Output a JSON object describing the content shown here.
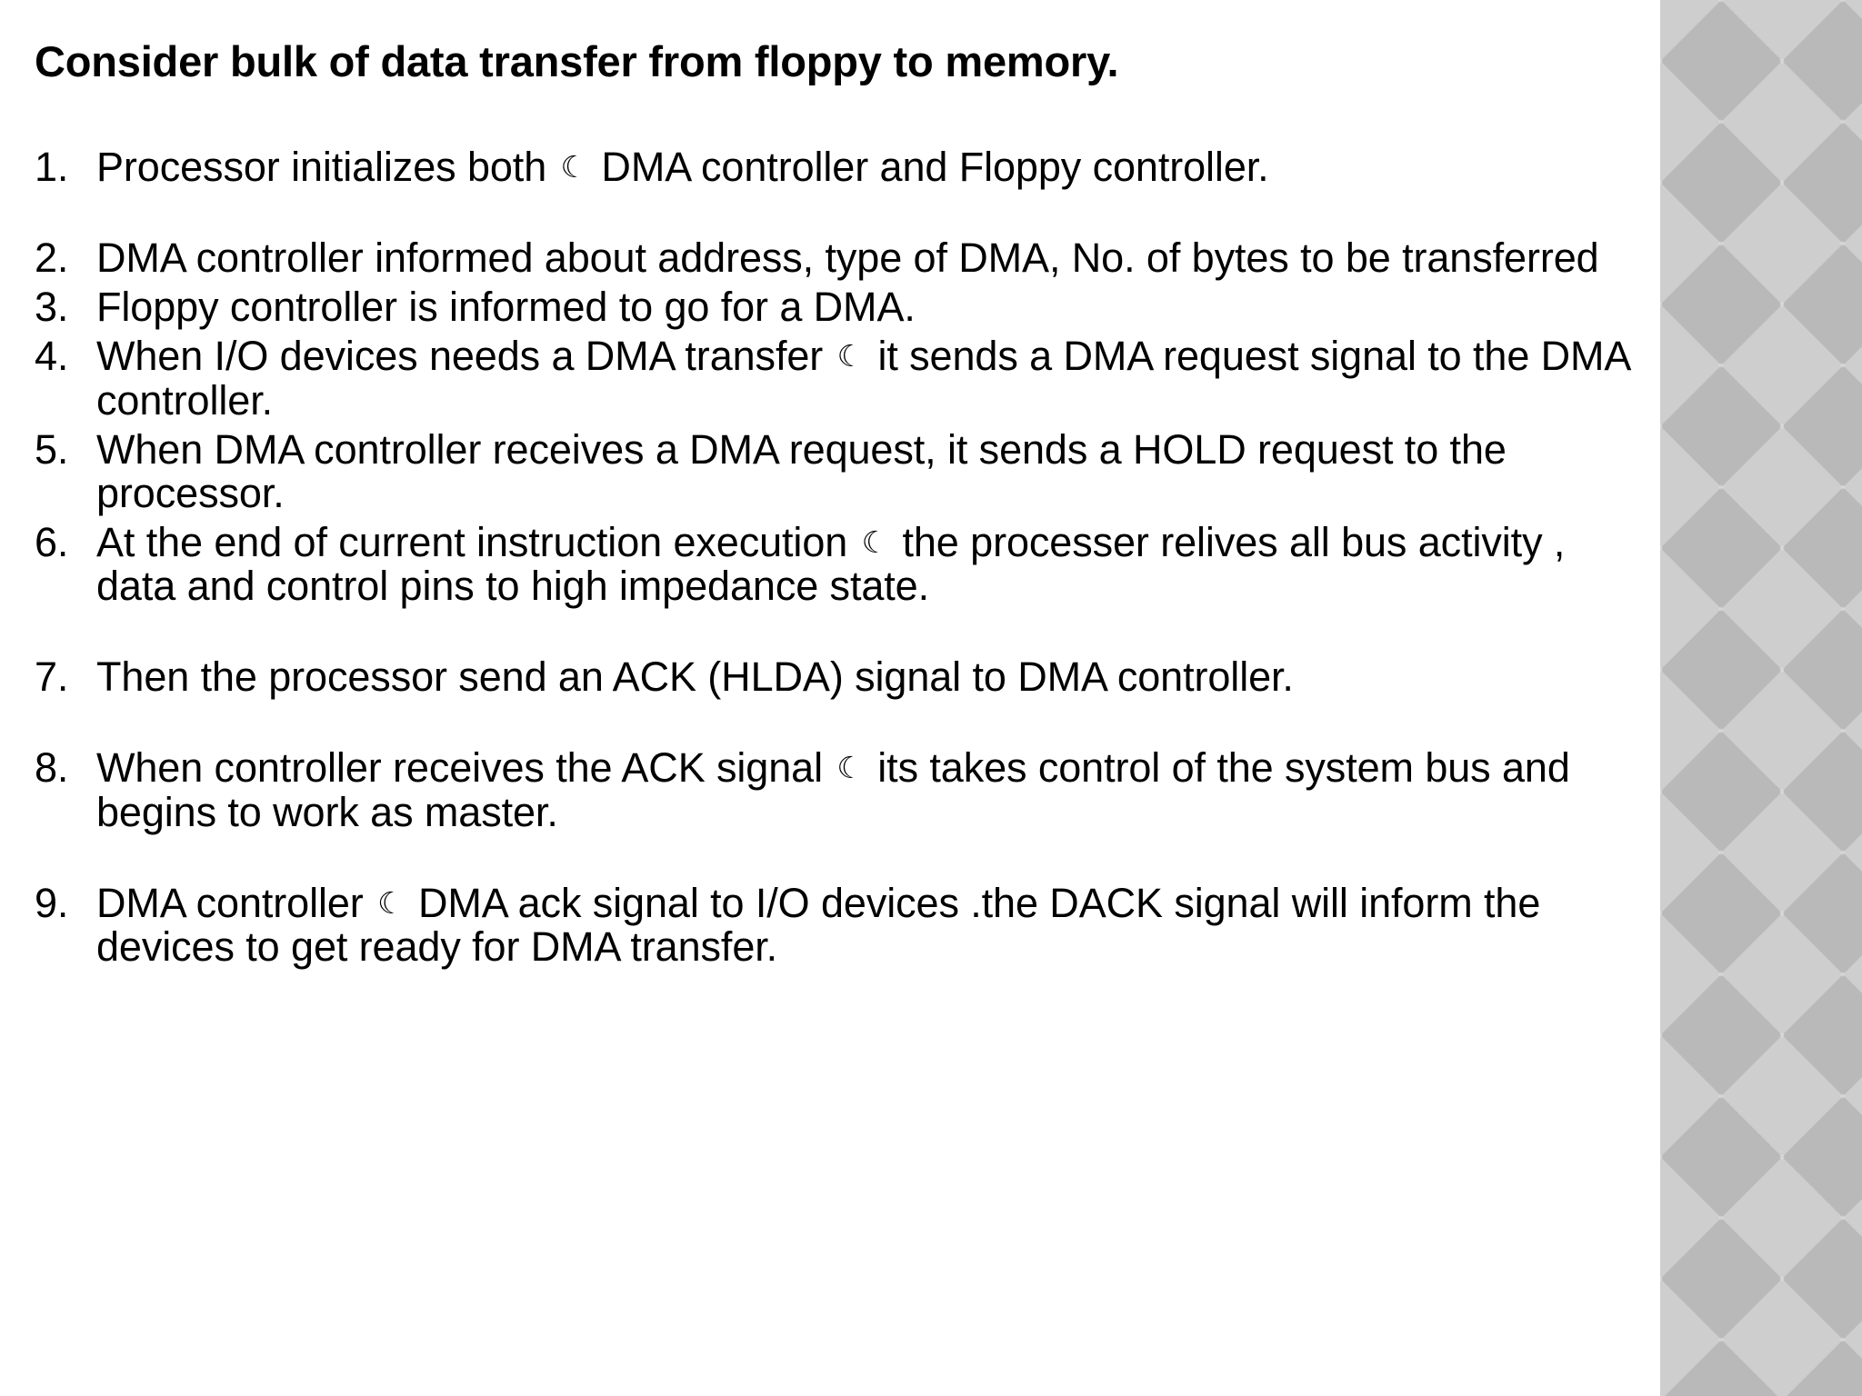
{
  "slide": {
    "title": "Consider bulk of data transfer from floppy to memory.",
    "background_color": "#ffffff",
    "text_color": "#000000",
    "decoration": {
      "name": "argyle-diamond-pattern",
      "base_color": "#c0c0c0",
      "light_color": "#c9c9c9",
      "dark_color": "#b8b8b8"
    },
    "special_glyph": "☾",
    "special_glyph_name": "crescent-moon-glyph"
  },
  "list": {
    "items": [
      {
        "number": "1.",
        "parts": [
          {
            "type": "text",
            "value": "Processor initializes both "
          },
          {
            "type": "glyph",
            "value": "☾"
          },
          {
            "type": "text",
            "value": " DMA controller and Floppy controller."
          }
        ],
        "plain": "Processor initializes both ☾ DMA controller and Floppy controller.",
        "gap_after": "large"
      },
      {
        "number": "2.",
        "parts": [
          {
            "type": "text",
            "value": "DMA controller informed about address, type of DMA, No. of bytes to be transferred"
          }
        ],
        "plain": "DMA controller informed about address, type of DMA, No. of bytes to be transferred",
        "gap_after": "small"
      },
      {
        "number": "3.",
        "parts": [
          {
            "type": "text",
            "value": "Floppy controller is informed to go for a DMA."
          }
        ],
        "plain": "Floppy controller is informed to go for a DMA.",
        "gap_after": "small"
      },
      {
        "number": "4.",
        "parts": [
          {
            "type": "text",
            "value": "When I/O devices needs a DMA transfer "
          },
          {
            "type": "glyph",
            "value": "☾"
          },
          {
            "type": "text",
            "value": " it sends a DMA request signal to the DMA controller."
          }
        ],
        "plain": "When I/O devices needs a DMA transfer ☾ it sends a DMA request signal to the DMA controller.",
        "gap_after": "small"
      },
      {
        "number": "5.",
        "parts": [
          {
            "type": "text",
            "value": "When DMA controller receives a DMA request, it sends a HOLD request to the processor."
          }
        ],
        "plain": "When DMA controller receives a DMA request, it sends a HOLD request to the processor.",
        "gap_after": "small"
      },
      {
        "number": "6.",
        "parts": [
          {
            "type": "text",
            "value": "At the end of current instruction execution "
          },
          {
            "type": "glyph",
            "value": "☾"
          },
          {
            "type": "text",
            "value": " the processer relives all bus activity , data and control pins to high impedance state."
          }
        ],
        "plain": "At the end of current instruction execution ☾ the processer relives all bus activity , data and control pins to high impedance state.",
        "gap_after": "large"
      },
      {
        "number": "7.",
        "parts": [
          {
            "type": "text",
            "value": "Then the processor send an ACK (HLDA) signal to DMA controller."
          }
        ],
        "plain": "Then the processor send an ACK (HLDA) signal to DMA controller.",
        "gap_after": "large"
      },
      {
        "number": "8.",
        "parts": [
          {
            "type": "text",
            "value": "When controller receives the ACK signal "
          },
          {
            "type": "glyph",
            "value": "☾"
          },
          {
            "type": "text",
            "value": " its takes control of the system bus and begins to work as master."
          }
        ],
        "plain": "When controller receives the ACK signal ☾ its takes control of the system bus and begins to work as master.",
        "gap_after": "large"
      },
      {
        "number": "9.",
        "parts": [
          {
            "type": "text",
            "value": "DMA controller "
          },
          {
            "type": "glyph",
            "value": "☾"
          },
          {
            "type": "text",
            "value": " DMA ack signal to I/O devices .the DACK signal will inform the devices to get ready for DMA transfer."
          }
        ],
        "plain": "DMA controller ☾ DMA ack signal to I/O devices .the DACK signal will inform the devices to get ready for DMA transfer.",
        "gap_after": "none"
      }
    ]
  }
}
